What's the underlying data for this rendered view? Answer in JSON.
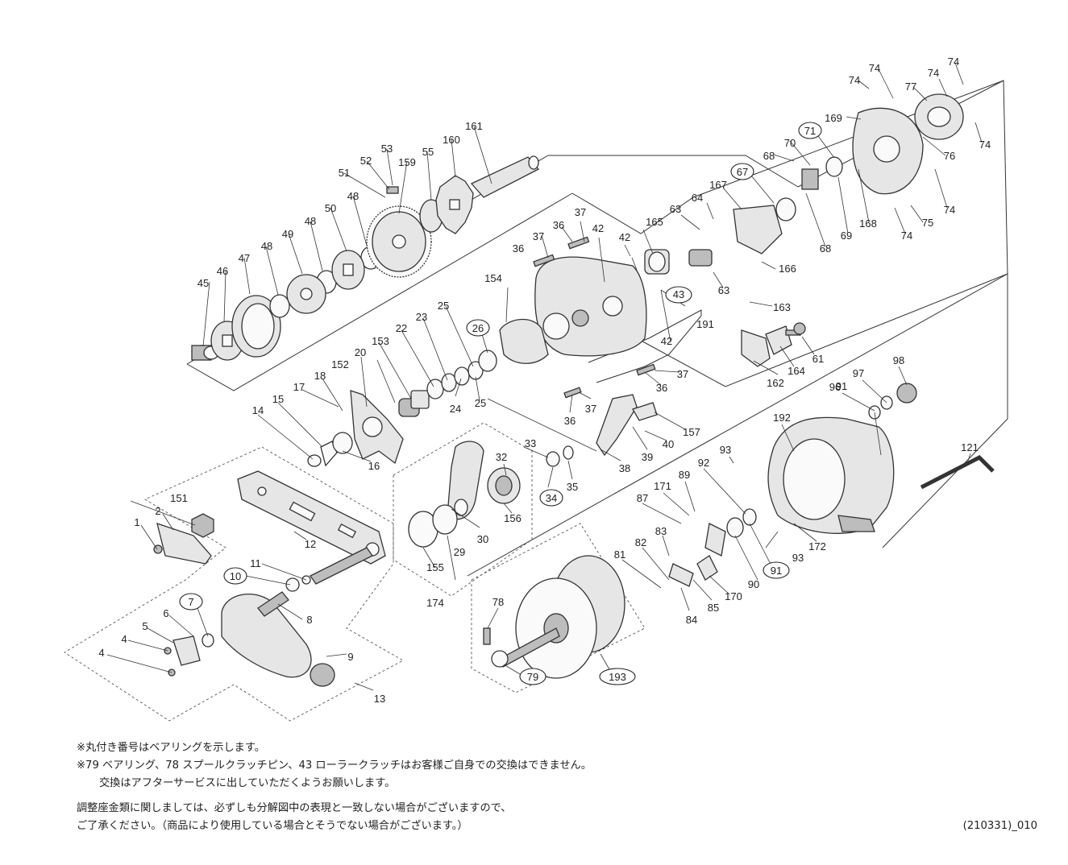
{
  "diagram": {
    "labels": [
      "1",
      "2",
      "4",
      "4",
      "5",
      "6",
      "7",
      "8",
      "9",
      "10",
      "11",
      "12",
      "13",
      "14",
      "15",
      "16",
      "17",
      "18",
      "20",
      "22",
      "23",
      "24",
      "25",
      "25",
      "26",
      "29",
      "30",
      "32",
      "33",
      "34",
      "35",
      "36",
      "36",
      "36",
      "36",
      "37",
      "37",
      "37",
      "37",
      "38",
      "39",
      "40",
      "42",
      "42",
      "42",
      "43",
      "45",
      "46",
      "47",
      "48",
      "48",
      "48",
      "49",
      "50",
      "51",
      "52",
      "53",
      "55",
      "61",
      "63",
      "63",
      "64",
      "67",
      "68",
      "68",
      "69",
      "70",
      "71",
      "74",
      "74",
      "74",
      "74",
      "74",
      "74",
      "74",
      "75",
      "76",
      "77",
      "78",
      "79",
      "81",
      "82",
      "83",
      "84",
      "85",
      "87",
      "89",
      "90",
      "91",
      "91",
      "92",
      "93",
      "93",
      "96",
      "97",
      "98",
      "121",
      "151",
      "152",
      "153",
      "154",
      "155",
      "156",
      "157",
      "159",
      "160",
      "161",
      "162",
      "163",
      "164",
      "165",
      "166",
      "167",
      "168",
      "169",
      "170",
      "171",
      "172",
      "174",
      "191",
      "192",
      "193"
    ],
    "bearing_labels": [
      "7",
      "10",
      "26",
      "34",
      "43",
      "67",
      "71",
      "79",
      "91",
      "193"
    ]
  },
  "notes": {
    "line1": "※丸付き番号はベアリングを示します。",
    "line2": "※79 ベアリング、78 スプールクラッチピン、43 ローラークラッチはお客様ご自身での交換はできません。",
    "line3": "交換はアフターサービスに出していただくようお願いします。",
    "line4": "調整座金類に関しましては、必ずしも分解図中の表現と一致しない場合がございますので、",
    "line5": "ご了承ください。（商品により使用している場合とそうでない場合がございます。）"
  },
  "doc_code": "(210331)_010"
}
